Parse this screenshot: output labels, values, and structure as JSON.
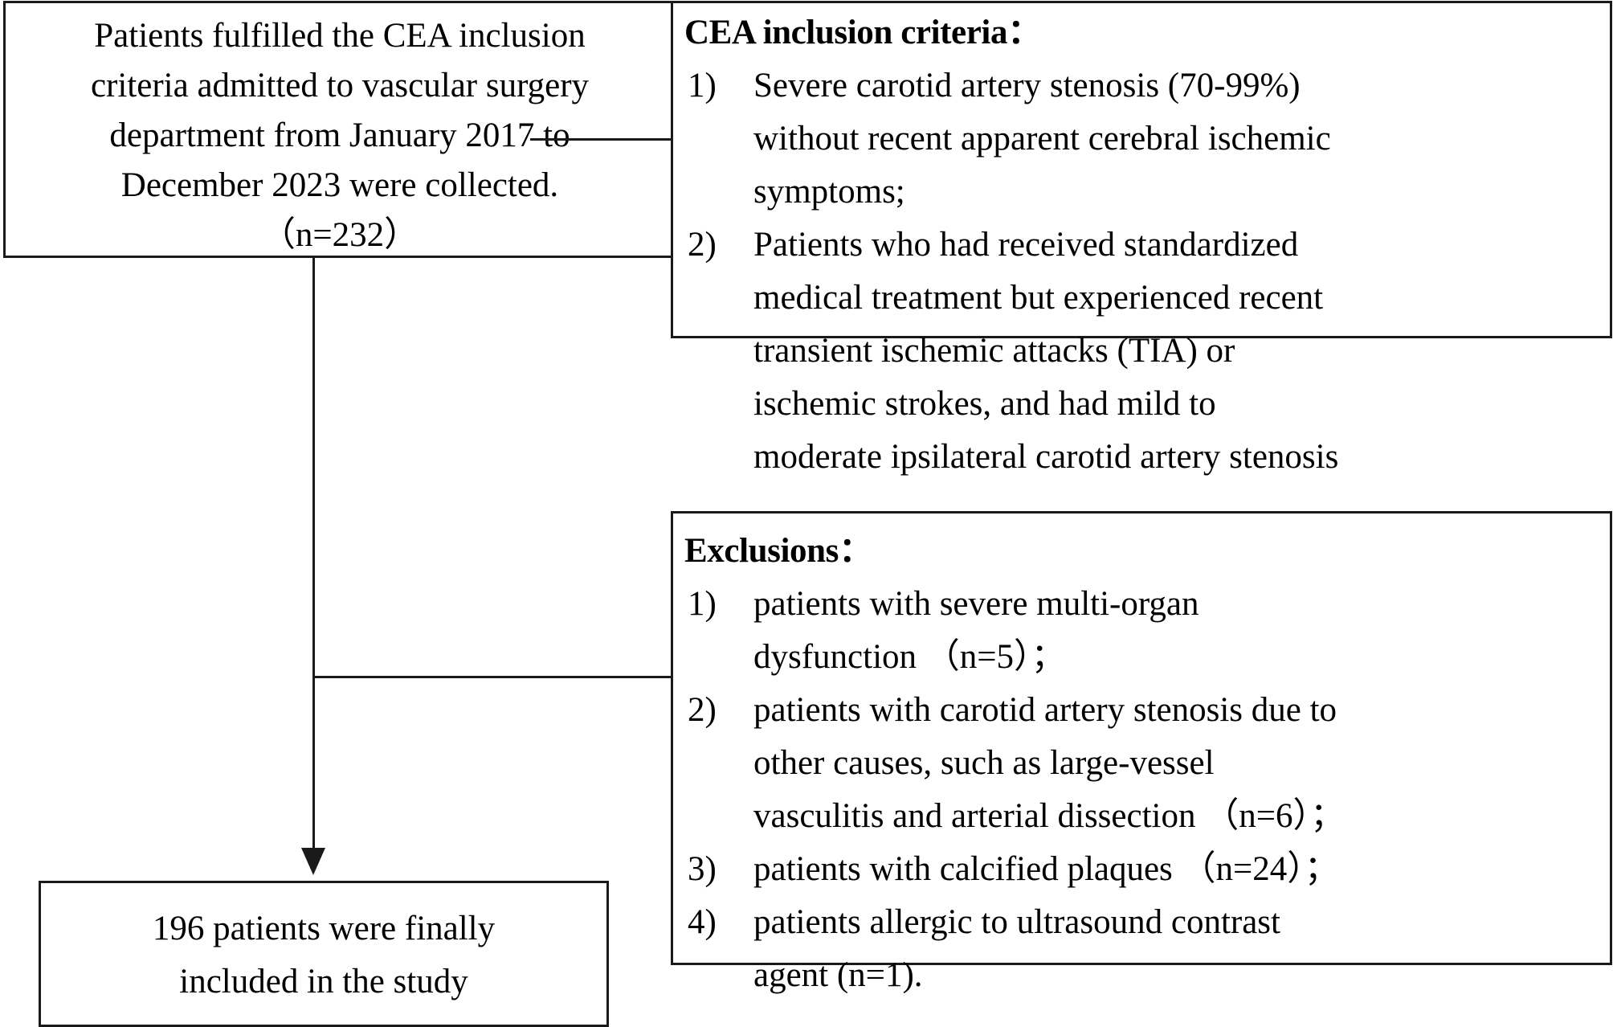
{
  "figure": {
    "kind": "study-flow-diagram"
  },
  "colors": {
    "stroke": "#1a1a1a",
    "background": "#ffffff",
    "text": "#000000"
  },
  "cohort_box": {
    "name": "cohort-box",
    "lines": [
      "Patients fulfilled the CEA inclusion",
      "criteria admitted to vascular surgery",
      "department from January 2017 to",
      "December 2023 were collected.",
      "（n=232）"
    ],
    "n": 232
  },
  "final_box": {
    "name": "final-inclusion-box",
    "lines": [
      "196 patients were finally",
      "included in the study"
    ],
    "n": 196
  },
  "inclusion_panel": {
    "title": "CEA inclusion criteria：",
    "items": [
      {
        "marker": "1)",
        "lines": [
          "Severe carotid artery stenosis (70-99%)",
          "without recent apparent cerebral ischemic",
          "symptoms;"
        ]
      },
      {
        "marker": "2)",
        "lines": [
          "Patients who had received standardized",
          "medical treatment but experienced recent",
          "transient ischemic attacks (TIA) or",
          "ischemic strokes, and had mild to",
          "moderate ipsilateral carotid artery stenosis"
        ]
      }
    ]
  },
  "exclusion_panel": {
    "title": "Exclusions：",
    "items": [
      {
        "marker": "1)",
        "lines": [
          "patients with severe multi-organ",
          "dysfunction （n=5）；"
        ],
        "n": 5
      },
      {
        "marker": "2)",
        "lines": [
          "patients with carotid artery stenosis due to",
          "other causes, such as large-vessel",
          "vasculitis and arterial dissection （n=6）；"
        ],
        "n": 6
      },
      {
        "marker": "3)",
        "lines": [
          "patients with calcified plaques （n=24）；"
        ],
        "n": 24
      },
      {
        "marker": "4)",
        "lines": [
          "patients allergic to ultrasound contrast",
          "agent (n=1)."
        ],
        "n": 1
      }
    ]
  }
}
